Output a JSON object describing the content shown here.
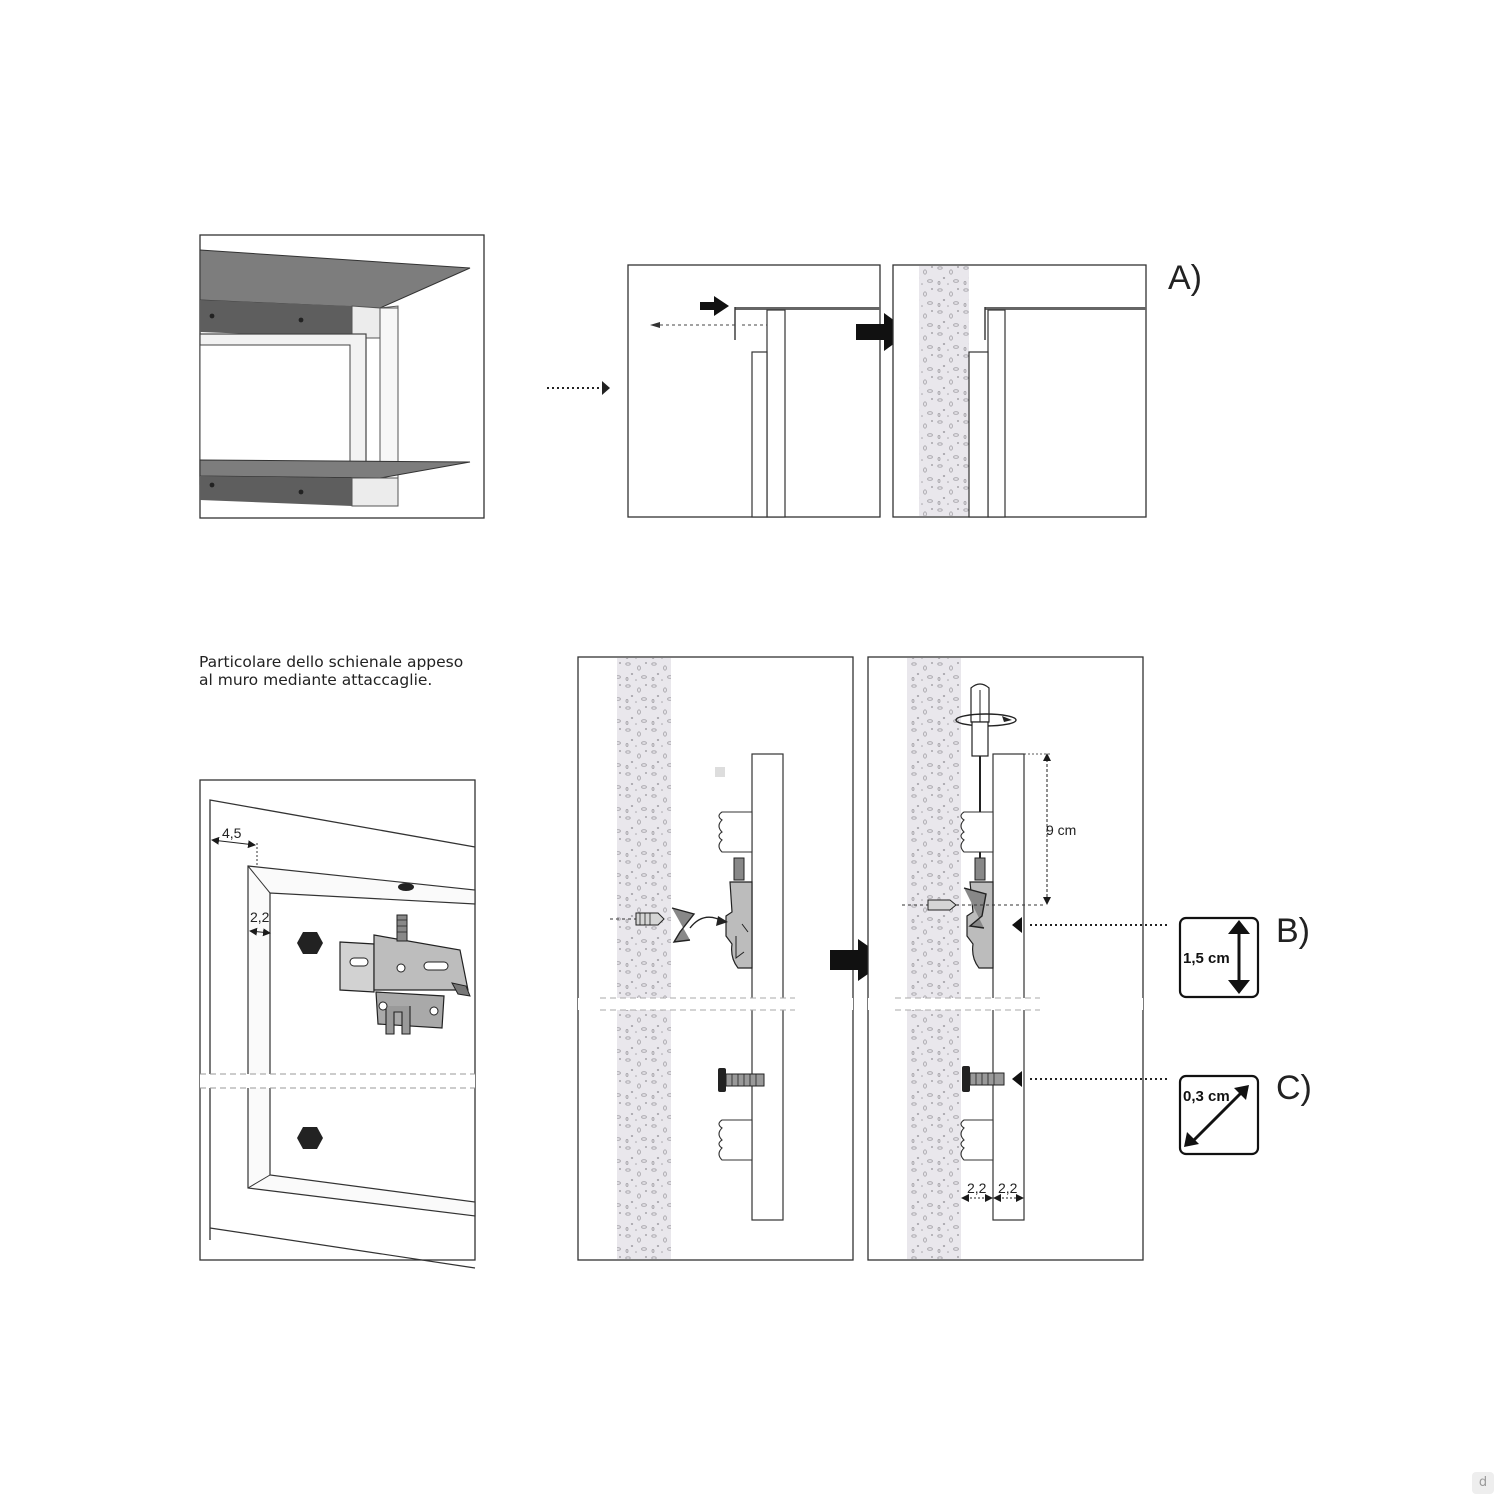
{
  "caption": {
    "line1": "Particolare dello schienale appeso",
    "line2": "al muro mediante attaccaglie."
  },
  "labels": {
    "a": "A)",
    "b": "B)",
    "c": "C)"
  },
  "dimensions": {
    "frame_width": "4,5",
    "frame_depth": "2,2",
    "hook_height": "9 cm",
    "gap_left": "2,2",
    "gap_right": "2,2"
  },
  "specs": {
    "b_size": "1,5 cm",
    "c_size": "0,3 cm"
  },
  "corner_mark": "d",
  "colors": {
    "line": "#1a1a1a",
    "metal": "#7d7d7d",
    "metal_light": "#bdbdbd",
    "wall": "#e9e7ec",
    "wall_dot": "#a7a5aa"
  }
}
